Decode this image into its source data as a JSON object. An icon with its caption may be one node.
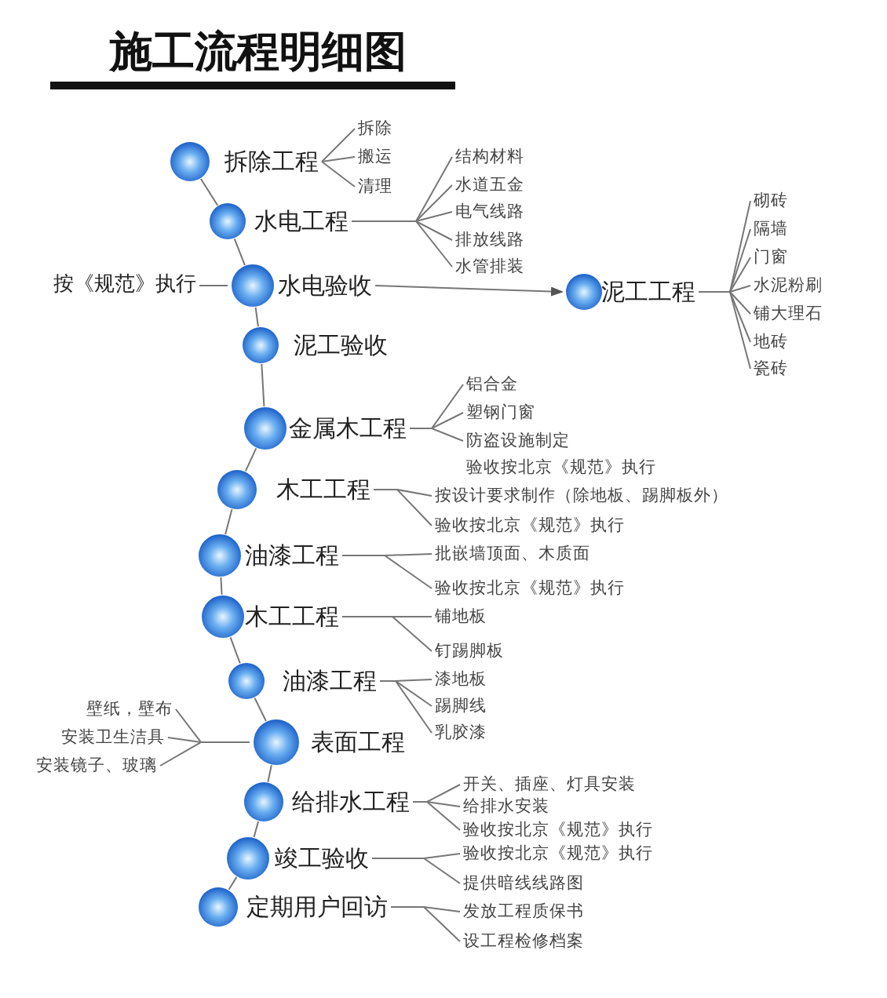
{
  "diagram": {
    "title": "施工流程明细图",
    "nodes": [
      {
        "text": [
          "拆除工程"
        ]
      },
      {
        "text": [
          "水电工程"
        ]
      },
      {
        "text": [
          "水电验收"
        ]
      },
      {
        "text": [
          "泥工验收"
        ]
      },
      {
        "text": [
          "金属木工程"
        ]
      },
      {
        "text": [
          "木工工程"
        ]
      },
      {
        "text": [
          "油漆工程"
        ]
      },
      {
        "text": [
          "木工工程"
        ]
      },
      {
        "text": [
          "油漆工程"
        ]
      },
      {
        "text": [
          "表面工程"
        ]
      },
      {
        "text": [
          "给排水工程"
        ]
      },
      {
        "text": [
          "竣工验收"
        ]
      },
      {
        "text": [
          "定期用户回访"
        ]
      },
      {
        "text": [
          "泥工工程"
        ]
      },
      {
        "text": [
          "按《规范》执行"
        ]
      },
      {
        "text": [
          "拆除"
        ]
      },
      {
        "text": [
          "搬运"
        ]
      },
      {
        "text": [
          "清理"
        ]
      },
      {
        "text": [
          "结构材料"
        ]
      },
      {
        "text": [
          "水道五金"
        ]
      },
      {
        "text": [
          "电气线路"
        ]
      },
      {
        "text": [
          "排放线路"
        ]
      },
      {
        "text": [
          "水管排装"
        ]
      },
      {
        "text": [
          "砌砖"
        ]
      },
      {
        "text": [
          "隔墙"
        ]
      },
      {
        "text": [
          "门窗"
        ]
      },
      {
        "text": [
          "水泥粉刷"
        ]
      },
      {
        "text": [
          "铺大理石"
        ]
      },
      {
        "text": [
          "地砖"
        ]
      },
      {
        "text": [
          "瓷砖"
        ]
      },
      {
        "text": [
          "铝合金"
        ]
      },
      {
        "text": [
          "塑钢门窗"
        ]
      },
      {
        "text": [
          "防盗设施制定"
        ]
      },
      {
        "text": [
          "按设计要求制作（除地板、踢脚板外）"
        ]
      },
      {
        "text": [
          "验收按北京《规范》执行"
        ]
      },
      {
        "text": [
          "批嵌墙顶面、木质面"
        ]
      },
      {
        "text": [
          "验收按北京《规范》执行"
        ]
      },
      {
        "text": [
          "铺地板"
        ]
      },
      {
        "text": [
          "钉踢脚板"
        ]
      },
      {
        "text": [
          "漆地板"
        ]
      },
      {
        "text": [
          "踢脚线"
        ]
      },
      {
        "text": [
          "乳胶漆"
        ]
      },
      {
        "text": [
          "壁纸，壁布"
        ]
      },
      {
        "text": [
          "安装卫生洁具"
        ]
      },
      {
        "text": [
          "安装镜子、玻璃"
        ]
      },
      {
        "text": [
          "开关、插座、灯具安装"
        ]
      },
      {
        "text": [
          "给排水安装"
        ]
      },
      {
        "text": [
          "验收按北京《规范》执行"
        ]
      },
      {
        "text": [
          "验收按北京《规范》执行"
        ]
      },
      {
        "text": [
          "提供暗线线路图"
        ]
      },
      {
        "text": [
          "发放工程质保书"
        ]
      },
      {
        "text": [
          "设工程检修档案"
        ]
      }
    ],
    "edges": [
      {
        "from": 0,
        "to": 1,
        "arrow": "none"
      },
      {
        "from": 1,
        "to": 2,
        "arrow": "none"
      },
      {
        "from": 2,
        "to": 3,
        "arrow": "none"
      },
      {
        "from": 3,
        "to": 4,
        "arrow": "none"
      },
      {
        "from": 4,
        "to": 5,
        "arrow": "none"
      },
      {
        "from": 5,
        "to": 6,
        "arrow": "none"
      },
      {
        "from": 6,
        "to": 7,
        "arrow": "none"
      },
      {
        "from": 7,
        "to": 8,
        "arrow": "none"
      },
      {
        "from": 8,
        "to": 9,
        "arrow": "none"
      },
      {
        "from": 9,
        "to": 10,
        "arrow": "none"
      },
      {
        "from": 10,
        "to": 11,
        "arrow": "none"
      },
      {
        "from": 11,
        "to": 12,
        "arrow": "none"
      },
      {
        "from": 14,
        "to": 2,
        "arrow": "none"
      },
      {
        "from": 2,
        "to": 13,
        "arrow": "to"
      },
      {
        "from": 0,
        "to": 15,
        "arrow": "none"
      },
      {
        "from": 0,
        "to": 16,
        "arrow": "none"
      },
      {
        "from": 0,
        "to": 17,
        "arrow": "none"
      },
      {
        "from": 1,
        "to": 18,
        "arrow": "none"
      },
      {
        "from": 1,
        "to": 19,
        "arrow": "none"
      },
      {
        "from": 1,
        "to": 20,
        "arrow": "none"
      },
      {
        "from": 1,
        "to": 21,
        "arrow": "none"
      },
      {
        "from": 1,
        "to": 22,
        "arrow": "none"
      },
      {
        "from": 13,
        "to": 23,
        "arrow": "none"
      },
      {
        "from": 13,
        "to": 24,
        "arrow": "none"
      },
      {
        "from": 13,
        "to": 25,
        "arrow": "none"
      },
      {
        "from": 13,
        "to": 26,
        "arrow": "none"
      },
      {
        "from": 13,
        "to": 27,
        "arrow": "none"
      },
      {
        "from": 13,
        "to": 28,
        "arrow": "none"
      },
      {
        "from": 13,
        "to": 29,
        "arrow": "none"
      },
      {
        "from": 4,
        "to": 30,
        "arrow": "none"
      },
      {
        "from": 4,
        "to": 31,
        "arrow": "none"
      },
      {
        "from": 4,
        "to": 32,
        "arrow": "none"
      },
      {
        "from": 5,
        "to": 33,
        "arrow": "none"
      },
      {
        "from": 5,
        "to": 34,
        "arrow": "none"
      },
      {
        "from": 6,
        "to": 35,
        "arrow": "none"
      },
      {
        "from": 6,
        "to": 36,
        "arrow": "none"
      },
      {
        "from": 7,
        "to": 37,
        "arrow": "none"
      },
      {
        "from": 7,
        "to": 38,
        "arrow": "none"
      },
      {
        "from": 8,
        "to": 39,
        "arrow": "none"
      },
      {
        "from": 8,
        "to": 40,
        "arrow": "none"
      },
      {
        "from": 8,
        "to": 41,
        "arrow": "none"
      },
      {
        "from": 9,
        "to": 42,
        "arrow": "none"
      },
      {
        "from": 9,
        "to": 43,
        "arrow": "none"
      },
      {
        "from": 9,
        "to": 44,
        "arrow": "none"
      },
      {
        "from": 10,
        "to": 45,
        "arrow": "none"
      },
      {
        "from": 10,
        "to": 46,
        "arrow": "none"
      },
      {
        "from": 10,
        "to": 47,
        "arrow": "none"
      },
      {
        "from": 11,
        "to": 48,
        "arrow": "none"
      },
      {
        "from": 11,
        "to": 49,
        "arrow": "none"
      },
      {
        "from": 12,
        "to": 50,
        "arrow": "none"
      },
      {
        "from": 12,
        "to": 51,
        "arrow": "none"
      }
    ],
    "labels": [
      "验收按北京《规范》执行"
    ]
  }
}
